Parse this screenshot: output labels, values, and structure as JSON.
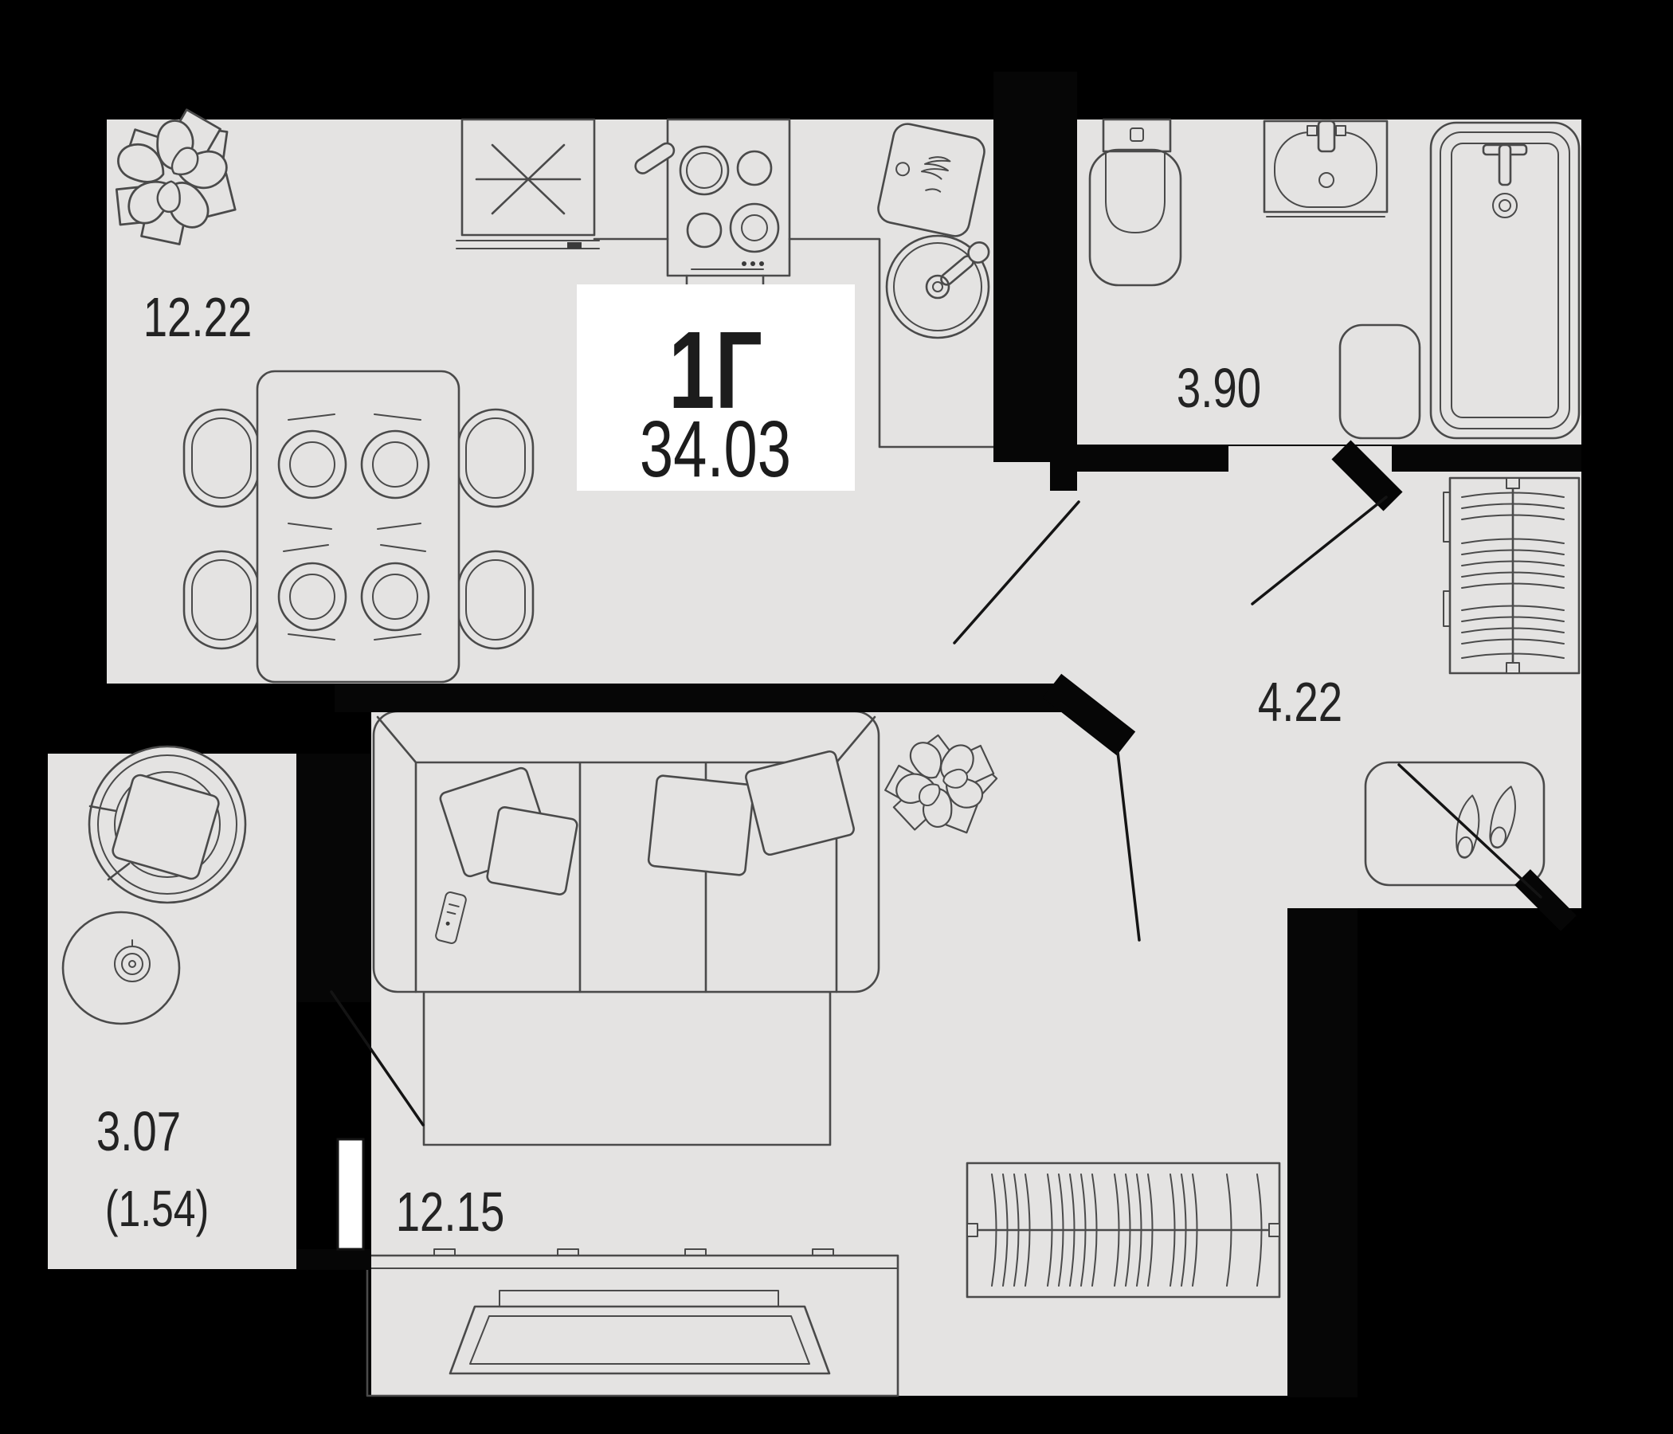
{
  "plan": {
    "title_card": {
      "unit_type": "1Г",
      "total_area": "34.03"
    },
    "rooms": [
      {
        "id": "kitchen-dining",
        "area": "12.22"
      },
      {
        "id": "bathroom",
        "area": "3.90"
      },
      {
        "id": "hallway",
        "area": "4.22"
      },
      {
        "id": "living-room",
        "area": "12.15"
      },
      {
        "id": "balcony",
        "area": "3.07",
        "area_weighted": "(1.54)"
      }
    ],
    "colors": {
      "background": "#000000",
      "floor": "#e4e3e2",
      "wall": "#060606",
      "outline": "#4a4a4a",
      "card_bg": "#ffffff",
      "label_text": "#232323"
    },
    "icons": [
      "plant-icon",
      "fridge-icon",
      "stove-icon",
      "pan-handle-icon",
      "cutting-board-icon",
      "round-sink-icon",
      "dining-table-icon",
      "plate-icon",
      "dining-chair-icon",
      "toilet-icon",
      "washbasin-icon",
      "bathtub-icon",
      "bath-mat-icon",
      "wardrobe-hangers-icon",
      "hanger-icon",
      "shoe-mat-icon",
      "shoes-icon",
      "sofa-icon",
      "pillow-icon",
      "remote-icon",
      "rug-icon",
      "tv-stand-icon",
      "tv-icon",
      "round-armchair-icon",
      "coffee-table-icon",
      "cup-icon",
      "door-swing-icon",
      "balcony-door-icon"
    ]
  }
}
